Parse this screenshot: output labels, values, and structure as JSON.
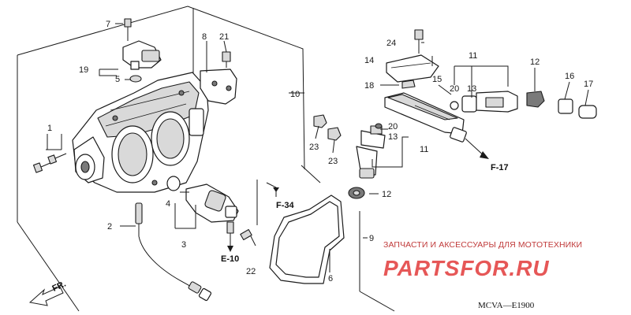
{
  "diagram": {
    "code": "MCVA—E1900",
    "front_label": "FR.",
    "labels": {
      "p1": "1",
      "p2": "2",
      "p3": "3",
      "p4": "4",
      "p5": "5",
      "p6": "6",
      "p7": "7",
      "p8": "8",
      "p9": "9",
      "p10": "10",
      "p11a": "11",
      "p11b": "11",
      "p12a": "12",
      "p12b": "12",
      "p13a": "13",
      "p13b": "13",
      "p14": "14",
      "p15": "15",
      "p16": "16",
      "p17": "17",
      "p18": "18",
      "p19": "19",
      "p20a": "20",
      "p20b": "20",
      "p21": "21",
      "p22": "22",
      "p23a": "23",
      "p23b": "23",
      "p24": "24"
    },
    "refs": {
      "f34": "F-34",
      "f17": "F-17",
      "e10": "E-10"
    }
  },
  "watermark": {
    "subtitle": "ЗАПЧАСТИ И АКСЕССУАРЫ ДЛЯ МОТОТЕХНИКИ",
    "brand": "PARTSFOR.RU"
  }
}
